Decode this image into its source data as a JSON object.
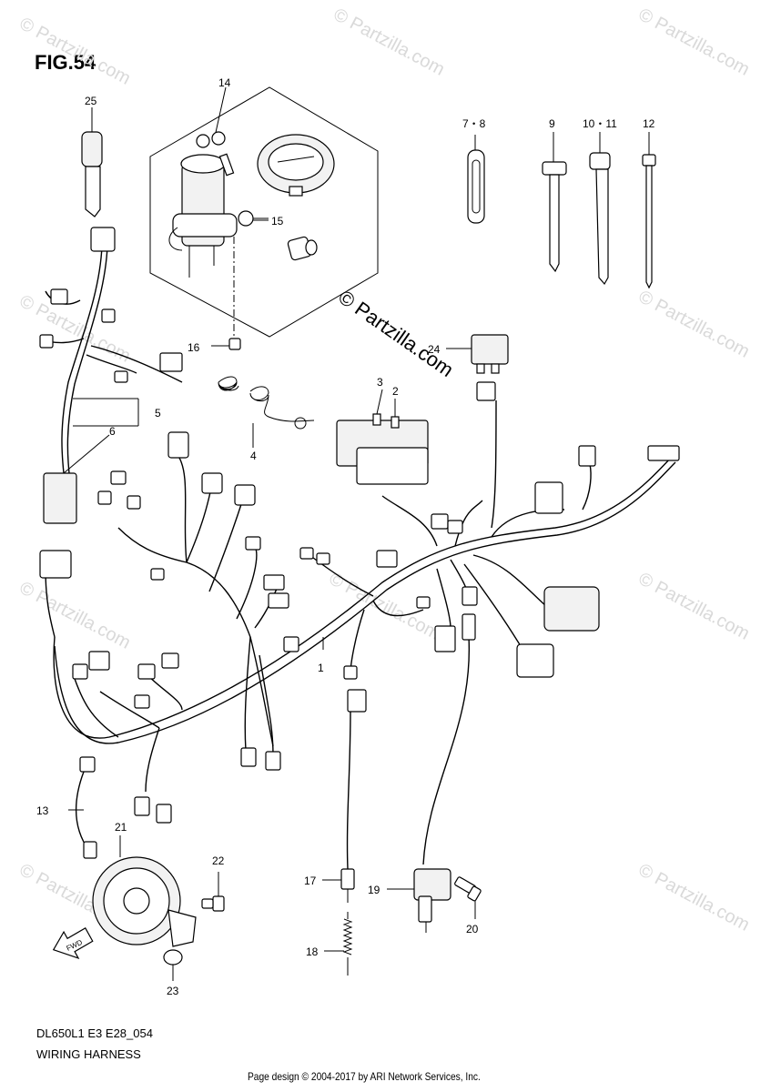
{
  "figure": {
    "title": "FIG.54",
    "code": "DL650L1 E3 E28_054",
    "name": "WIRING HARNESS",
    "page_design": "Page design © 2004-2017 by ARI Network Services, Inc."
  },
  "watermarks": {
    "big": "© Partzilla.com",
    "small": "© Partzilla.com"
  },
  "callouts": {
    "c1": "1",
    "c2": "2",
    "c3": "3",
    "c4": "4",
    "c5": "5",
    "c6": "6",
    "c78": "7・8",
    "c9": "9",
    "c1011": "10・11",
    "c12": "12",
    "c13": "13",
    "c14": "14",
    "c15": "15",
    "c16": "16",
    "c17": "17",
    "c18": "18",
    "c19": "19",
    "c20": "20",
    "c21": "21",
    "c22": "22",
    "c23": "23",
    "c24": "24",
    "c25": "25"
  },
  "fwd_label": "FWD",
  "icons": [
    "ignition-key-icon",
    "horn-icon",
    "relay-icon",
    "fuse-box-icon",
    "cable-tie-icon",
    "fwd-arrow-icon"
  ]
}
